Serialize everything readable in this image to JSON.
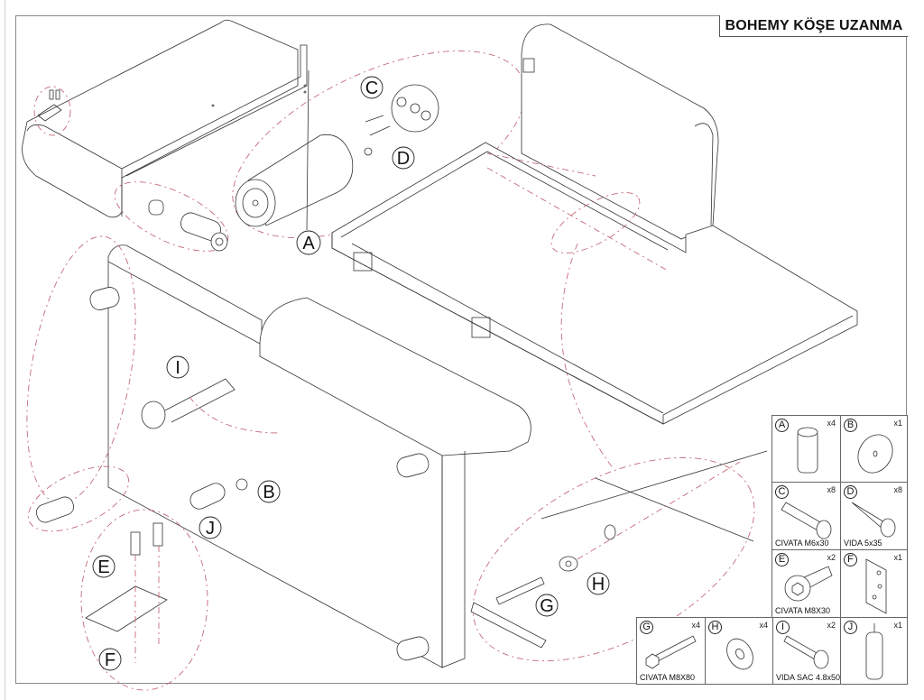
{
  "document": {
    "title": "BOHEMY KÖŞE UZANMA",
    "callouts": [
      {
        "id": "A",
        "label": "A"
      },
      {
        "id": "B",
        "label": "B"
      },
      {
        "id": "C",
        "label": "C"
      },
      {
        "id": "D",
        "label": "D"
      },
      {
        "id": "E",
        "label": "E"
      },
      {
        "id": "F",
        "label": "F"
      },
      {
        "id": "G",
        "label": "G"
      },
      {
        "id": "H",
        "label": "H"
      },
      {
        "id": "I",
        "label": "I"
      },
      {
        "id": "J",
        "label": "J"
      }
    ],
    "parts": [
      {
        "letter": "A",
        "qty": "x4",
        "name": "",
        "icon": "leg-cylinder-icon"
      },
      {
        "letter": "B",
        "qty": "x1",
        "name": "",
        "icon": "washer-disc-icon"
      },
      {
        "letter": "C",
        "qty": "x8",
        "name": "CIVATA M6x30",
        "icon": "bolt-icon"
      },
      {
        "letter": "D",
        "qty": "x8",
        "name": "VIDA 5x35",
        "icon": "wood-screw-icon"
      },
      {
        "letter": "E",
        "qty": "x2",
        "name": "CIVATA M8X30",
        "icon": "socket-cap-bolt-icon"
      },
      {
        "letter": "F",
        "qty": "x1",
        "name": "",
        "icon": "connector-plate-icon"
      },
      {
        "letter": "G",
        "qty": "x4",
        "name": "CIVATA M8X80",
        "icon": "hex-bolt-icon"
      },
      {
        "letter": "H",
        "qty": "x4",
        "name": "",
        "icon": "flat-washer-icon"
      },
      {
        "letter": "I",
        "qty": "x2",
        "name": "VIDA SAC 4.8x50",
        "icon": "self-tapping-screw-icon"
      },
      {
        "letter": "J",
        "qty": "x1",
        "name": "",
        "icon": "center-leg-icon"
      }
    ]
  }
}
